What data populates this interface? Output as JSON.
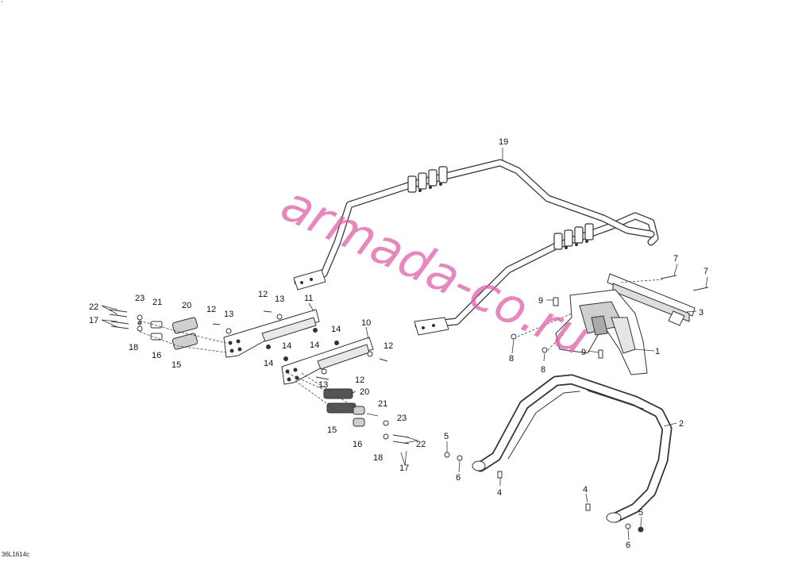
{
  "drawing_code": "36L1614c",
  "corner_mark": "'",
  "watermark": "armada-co.ru",
  "colors": {
    "line": "#333333",
    "fill": "#ffffff",
    "shade": "#cfcfcf",
    "watermark": "#e060a8"
  },
  "callouts": [
    "19",
    "7",
    "7",
    "3",
    "9",
    "8",
    "8",
    "9",
    "1",
    "2",
    "5",
    "6",
    "4",
    "4",
    "5",
    "6",
    "23",
    "21",
    "20",
    "22",
    "17",
    "18",
    "16",
    "15",
    "12",
    "13",
    "12",
    "13",
    "11",
    "14",
    "14",
    "14",
    "10",
    "12",
    "12",
    "13",
    "20",
    "21",
    "15",
    "23",
    "16",
    "18",
    "17",
    "22"
  ]
}
